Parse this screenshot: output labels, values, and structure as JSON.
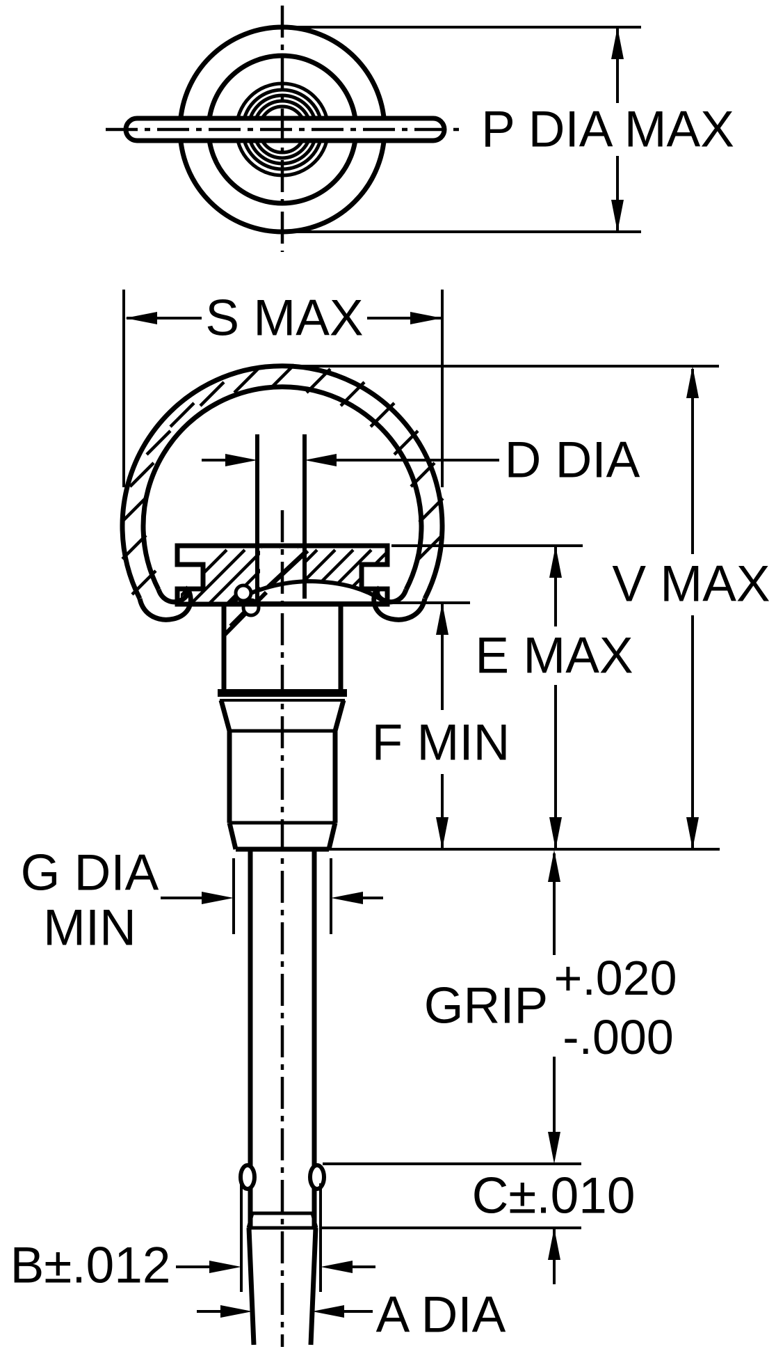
{
  "drawing": {
    "type": "engineering-dimension-drawing",
    "views": [
      "top-view",
      "side-section-view"
    ],
    "line_color": "#000000",
    "background_color": "#ffffff"
  },
  "labels": {
    "p_dia_max": "P DIA MAX",
    "s_max": "S MAX",
    "d_dia": "D DIA",
    "v_max": "V MAX",
    "e_max": "E MAX",
    "f_min": "F MIN",
    "g_dia_line1": "G DIA",
    "g_dia_line2": "MIN",
    "grip": "GRIP",
    "grip_tol_upper": "+.020",
    "grip_tol_lower": "-.000",
    "c_dim": "C±.010",
    "b_dim": "B±.012",
    "a_dia": "A DIA"
  }
}
